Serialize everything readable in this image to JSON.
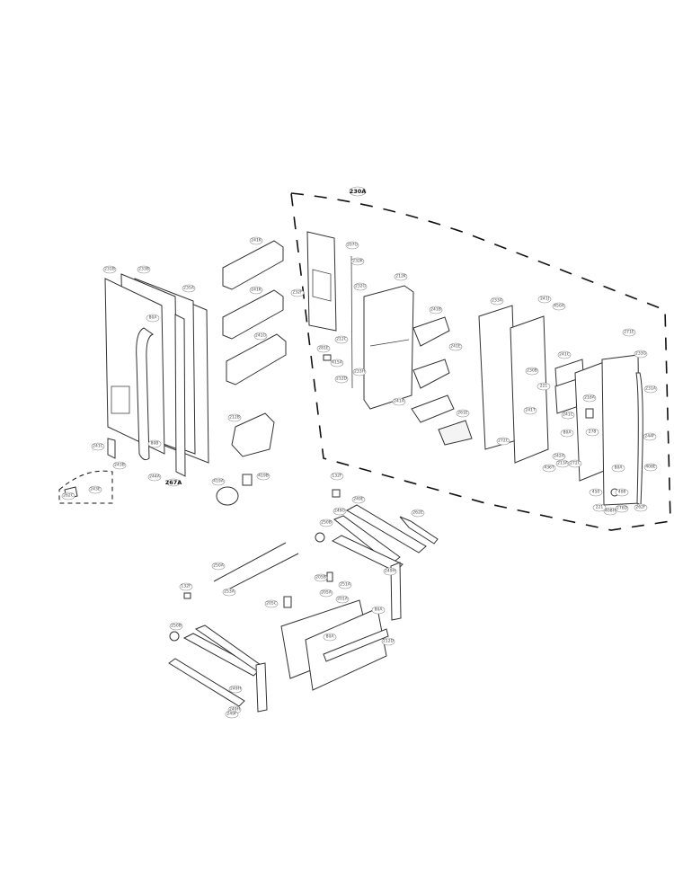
{
  "diagram": {
    "labels": [
      "231B",
      "233B",
      "235A",
      "80A",
      "80B",
      "241C",
      "243B",
      "243E",
      "262C",
      "244A",
      "267A",
      "241K",
      "241K",
      "241G",
      "212B",
      "419A",
      "419B",
      "230A",
      "232F",
      "207G",
      "232K",
      "232G",
      "212K",
      "241B",
      "241E",
      "241A",
      "261E",
      "281E",
      "415A",
      "212C",
      "212D",
      "233H",
      "233A",
      "241J",
      "450A",
      "271E",
      "241C",
      "233G",
      "231A",
      "230B",
      "221",
      "241T",
      "241C",
      "218A",
      "80A",
      "278",
      "244F",
      "272C",
      "242A",
      "213A",
      "272C",
      "436T",
      "80A",
      "408E",
      "408",
      "450",
      "221",
      "408H",
      "276D",
      "262F",
      "132F",
      "249E",
      "249G",
      "250B",
      "262E",
      "250A",
      "253A",
      "132F",
      "250B",
      "205B",
      "205A",
      "251A",
      "201A",
      "80A",
      "212D",
      "80A",
      "205C",
      "249H",
      "249H",
      "249H",
      "249F"
    ],
    "line_color": "#333333"
  }
}
